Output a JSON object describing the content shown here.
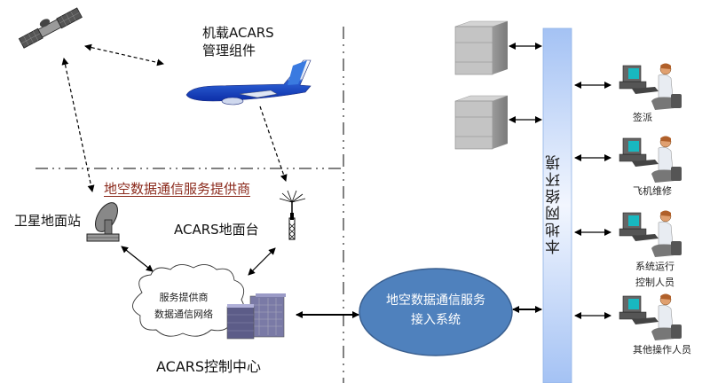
{
  "diagram": {
    "type": "system-architecture",
    "airborne": {
      "component_label_line1": "机载ACARS",
      "component_label_line2": "管理组件",
      "icons": [
        "satellite-icon",
        "airplane-icon"
      ]
    },
    "provider": {
      "title": "地空数据通信服务提供商",
      "satellite_ground_station": "卫星地面站",
      "acars_ground_station": "ACARS地面台",
      "network_line1": "服务提供商",
      "network_line2": "数据通信网络",
      "control_center": "ACARS控制中心"
    },
    "access_system": {
      "line1": "地空数据通信服务",
      "line2": "接入系统",
      "color": "#4f81bd"
    },
    "local_network": {
      "label": "本地网络环境",
      "color_top": "#a4c2f4",
      "color_mid": "#eef4fd"
    },
    "servers": [
      "server-1",
      "server-2"
    ],
    "users": [
      {
        "label": "签派"
      },
      {
        "label": "飞机维修"
      },
      {
        "label_line1": "系统运行",
        "label_line2": "控制人员"
      },
      {
        "label": "其他操作人员"
      }
    ],
    "colors": {
      "provider_title": "#8b2a1c",
      "divider": "#808080",
      "arrow": "#000000"
    }
  }
}
